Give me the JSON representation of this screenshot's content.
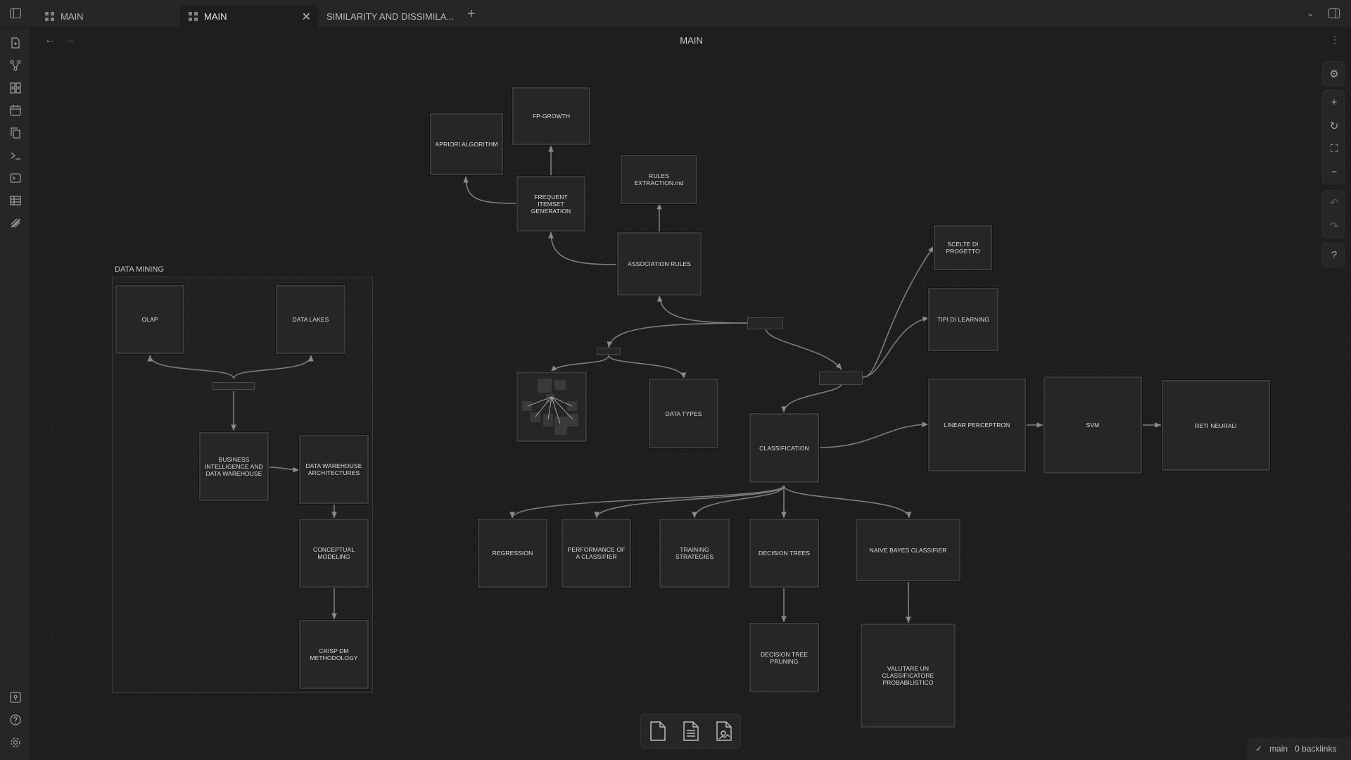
{
  "tabs": [
    {
      "label": "MAIN",
      "active": false
    },
    {
      "label": "MAIN",
      "active": true
    },
    {
      "label": "SIMILARITY AND DISSIMILA...",
      "active": false
    }
  ],
  "header": {
    "title": "MAIN"
  },
  "group": {
    "label": "DATA MINING"
  },
  "nodes": {
    "olap": "OLAP",
    "data_lakes": "DATA LAKES",
    "bi_dw": "BUSINESS INTELLIGENCE AND DATA WAREHOUSE",
    "dw_arch": "DATA WAREHOUSE ARCHITECTURES",
    "conceptual": "CONCEPTUAL MODELING",
    "crisp": "CRISP DM METHODOLOGY",
    "apriori": "APRIORI ALGORITHM",
    "fp_growth": "FP-GROWTH",
    "freq_itemset": "FREQUENT ITEMSET GENERATION",
    "rules_extraction": "RULES EXTRACTION.md",
    "association": "ASSOCIATION RULES",
    "data_types": "DATA TYPES",
    "classification": "CLASSIFICATION",
    "scelte": "SCELTE DI PROGETTO",
    "tipi": "TIPI DI LEARNING",
    "perceptron": "LINEAR PERCEPTRON",
    "svm": "SVM",
    "reti": "RETI NEURALI",
    "regression": "REGRESSION",
    "performance": "PERFORMANCE OF A CLASSIFIER",
    "training": "TRAINING STRATEGIES",
    "decision_trees": "DECISION TREES",
    "naive_bayes": "NAIVE BAYES CLASSIFIER",
    "pruning": "DECISION TREE PRUNING",
    "valutare": "VALUTARE UN CLASSIFICATORE PROBABILISTICO"
  },
  "status": {
    "branch": "main",
    "backlinks": "0 backlinks"
  },
  "colors": {
    "background": "#1e1e1e",
    "node": "#262626",
    "edge": "#8a8a8a"
  }
}
